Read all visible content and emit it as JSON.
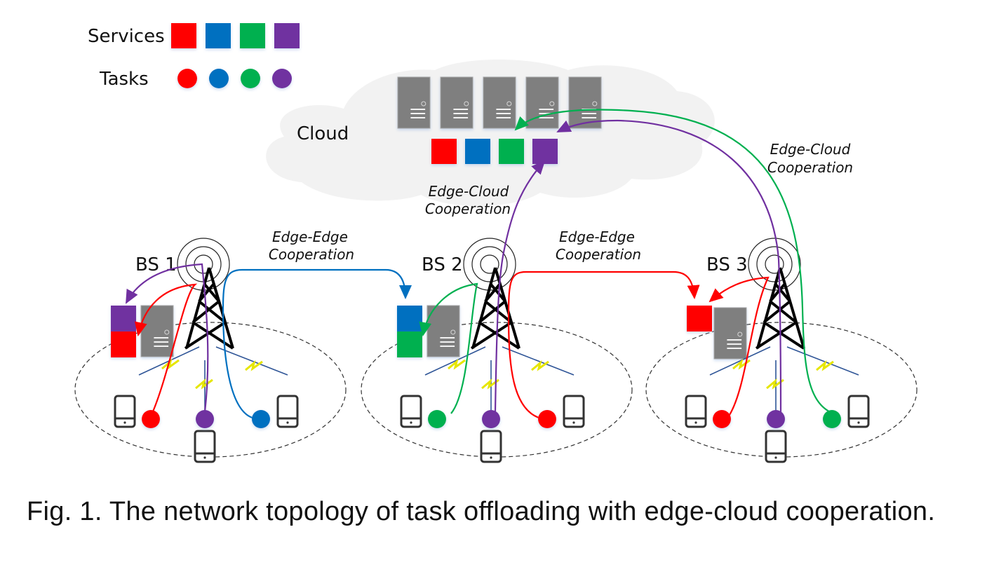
{
  "legend": {
    "services_label": "Services",
    "tasks_label": "Tasks",
    "colors": [
      {
        "name": "red",
        "hex": "#ff0000"
      },
      {
        "name": "blue",
        "hex": "#0070c0"
      },
      {
        "name": "green",
        "hex": "#00b050"
      },
      {
        "name": "purple",
        "hex": "#7030a0"
      }
    ]
  },
  "cloud": {
    "label": "Cloud",
    "server_count": 5,
    "services": [
      "red",
      "blue",
      "green",
      "purple"
    ]
  },
  "base_stations": [
    {
      "label": "BS 1",
      "services": [
        "purple",
        "red"
      ],
      "tasks": [
        "red",
        "purple",
        "blue"
      ]
    },
    {
      "label": "BS 2",
      "services": [
        "blue",
        "green"
      ],
      "tasks": [
        "green",
        "purple",
        "red"
      ]
    },
    {
      "label": "BS 3",
      "services": [
        "red"
      ],
      "tasks": [
        "red",
        "purple",
        "green"
      ]
    }
  ],
  "cooperation_labels": {
    "edge_edge_1": [
      "Edge-Edge",
      "Cooperation"
    ],
    "edge_edge_2": [
      "Edge-Edge",
      "Cooperation"
    ],
    "edge_cloud_1": [
      "Edge-Cloud",
      "Cooperation"
    ],
    "edge_cloud_2": [
      "Edge-Cloud",
      "Cooperation"
    ]
  },
  "flows": [
    {
      "from": "BS 1 task",
      "color": "red",
      "to": "BS 1 service"
    },
    {
      "from": "BS 1 task",
      "color": "purple",
      "to": "BS 1 service"
    },
    {
      "from": "BS 1 task",
      "color": "blue",
      "to": "BS 2 service",
      "type": "Edge-Edge"
    },
    {
      "from": "BS 2 task",
      "color": "green",
      "to": "BS 2 service"
    },
    {
      "from": "BS 2 task",
      "color": "purple",
      "to": "Cloud service",
      "type": "Edge-Cloud"
    },
    {
      "from": "BS 2 task",
      "color": "red",
      "to": "BS 3 service",
      "type": "Edge-Edge"
    },
    {
      "from": "BS 3 task",
      "color": "red",
      "to": "BS 3 service"
    },
    {
      "from": "BS 3 task",
      "color": "purple",
      "to": "Cloud service",
      "type": "Edge-Cloud"
    },
    {
      "from": "BS 3 task",
      "color": "green",
      "to": "Cloud service",
      "type": "Edge-Cloud"
    }
  ],
  "caption": "Fig. 1. The network topology of task offloading with edge-cloud cooperation."
}
